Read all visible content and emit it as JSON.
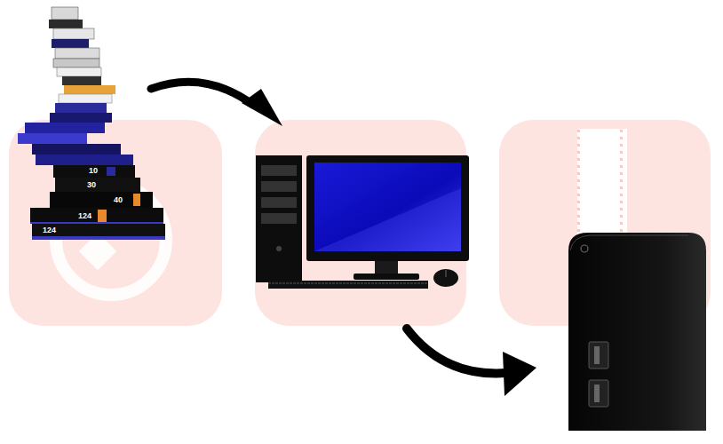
{
  "diagram": {
    "labels": [
      "10",
      "30",
      "40",
      "124",
      "124"
    ]
  }
}
